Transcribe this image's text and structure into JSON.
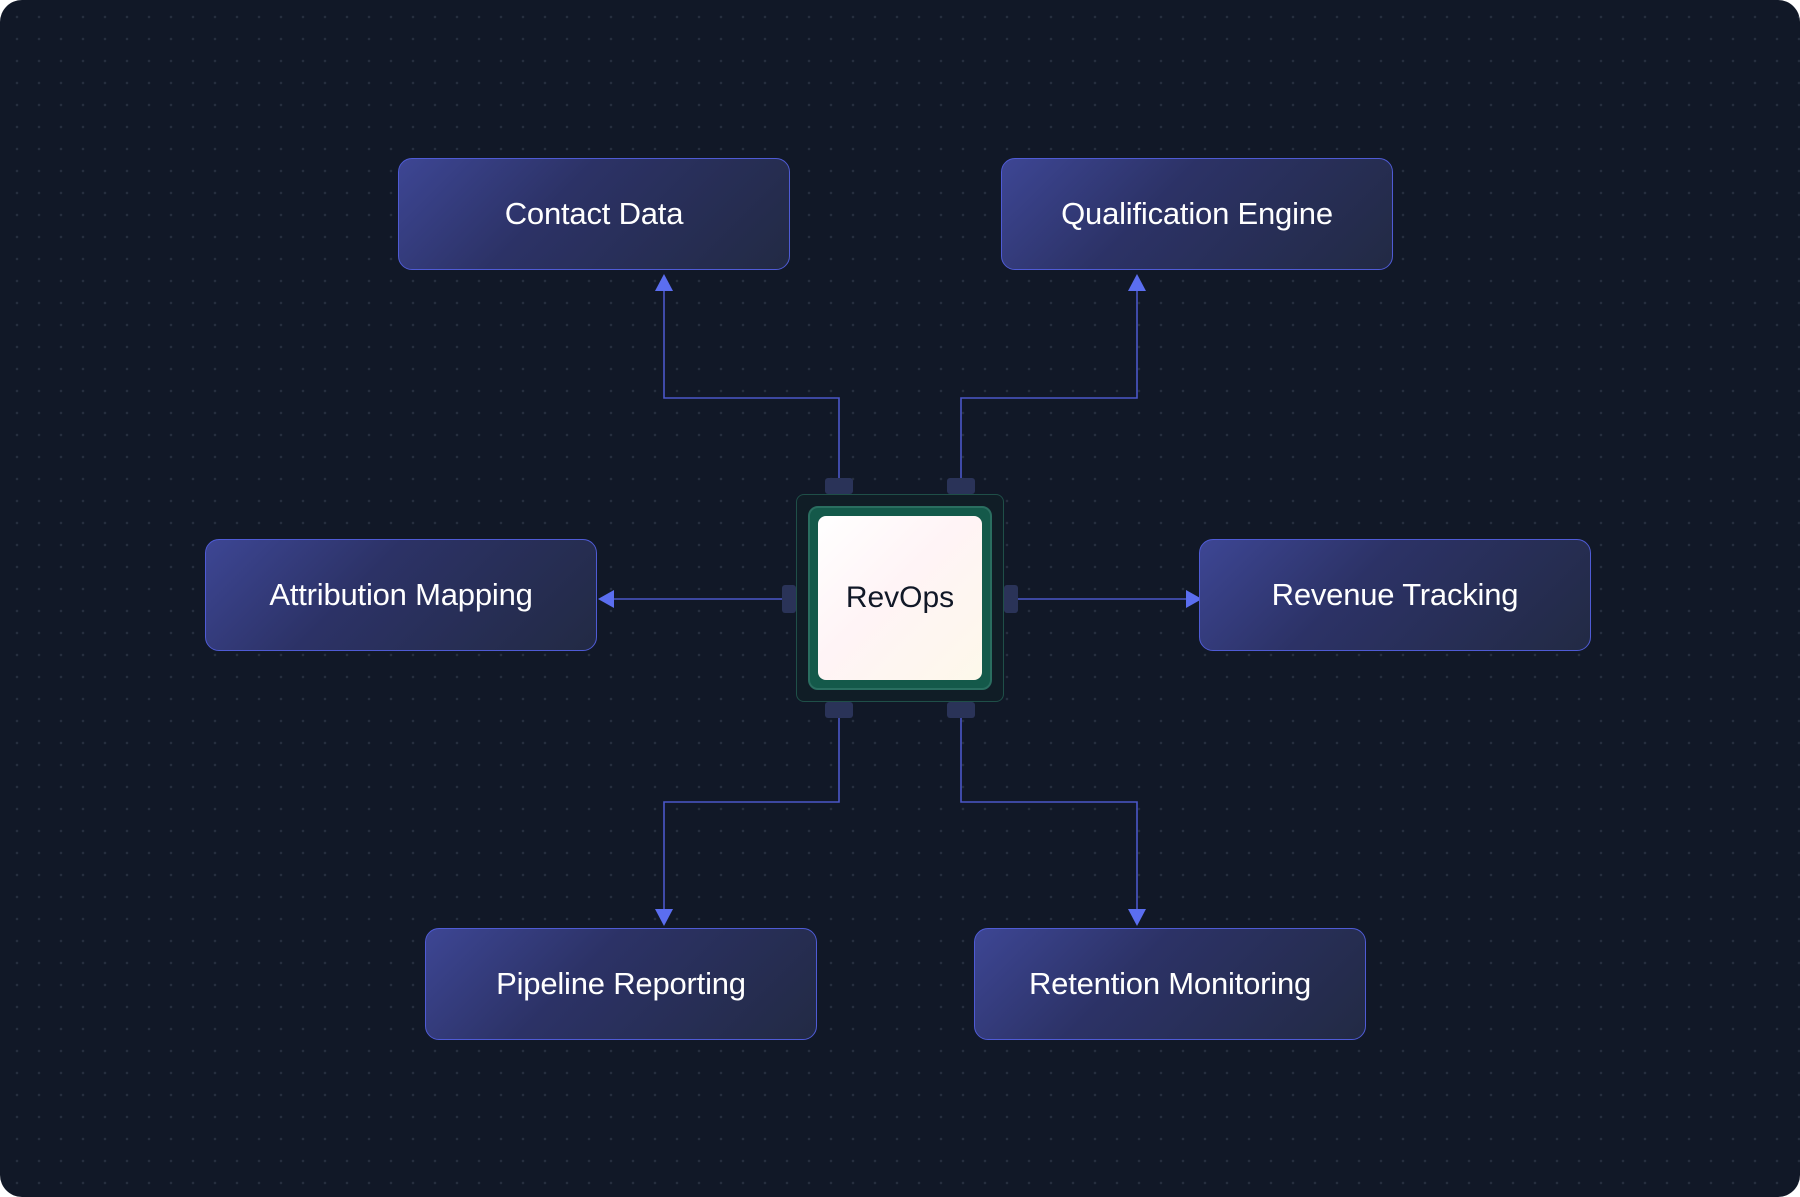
{
  "hub": {
    "label": "RevOps"
  },
  "nodes": {
    "contact_data": "Contact Data",
    "qualification_engine": "Qualification Engine",
    "attribution_mapping": "Attribution Mapping",
    "revenue_tracking": "Revenue Tracking",
    "pipeline_reporting": "Pipeline Reporting",
    "retention_monitoring": "Retention Monitoring"
  },
  "colors": {
    "background": "#111827",
    "node_border": "#4f5bd5",
    "connector": "#4b57c9",
    "arrow": "#5b6ef0",
    "hub_ring": "#14594a"
  }
}
